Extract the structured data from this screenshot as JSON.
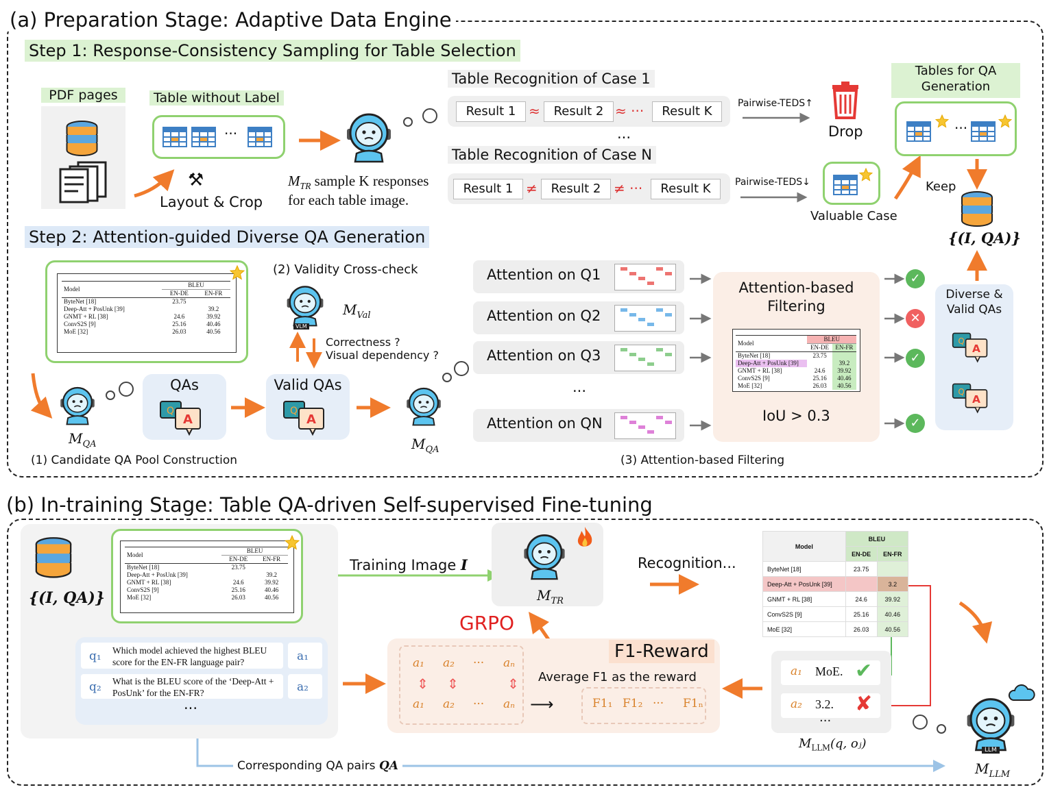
{
  "stage_a": {
    "title": "(a) Preparation Stage: Adaptive Data Engine",
    "step1": {
      "title": "Step 1: Response-Consistency Sampling for Table Selection",
      "pdf_label": "PDF pages",
      "table_label": "Table without Label",
      "ellipsis": "···",
      "layout_crop": "Layout & Crop",
      "model_M": "M",
      "model_sub": "TR",
      "sample_text": " sample K responses",
      "sample_text2": "for each table image.",
      "case1_label": "Table Recognition of Case 1",
      "caseN_label": "Table Recognition of Case N",
      "case1_results": [
        "Result 1",
        "Result 2",
        "Result K"
      ],
      "case1_symbols": [
        "≈",
        "≈ ···"
      ],
      "caseN_results": [
        "Result 1",
        "Result 2",
        "Result K"
      ],
      "caseN_symbols": [
        "≠",
        "≠ ···"
      ],
      "mid_ellipsis": "...",
      "teds_up": "Pairwise-TEDS↑",
      "teds_down": "Pairwise-TEDS↓",
      "drop": "Drop",
      "valuable": "Valuable Case",
      "keep": "Keep",
      "qa_tables_label": "Tables for QA Generation",
      "dataset": "{(I, QA)}"
    },
    "step2": {
      "title": "Step 2: Attention-guided Diverse QA Generation",
      "validity": "(2) Validity Cross-check",
      "mval_M": "M",
      "mval_sub": "Val",
      "correctness": "Correctness ?",
      "visual_dep": "Visual dependency ?",
      "mqa_M": "M",
      "mqa_sub": "QA",
      "qas": "QAs",
      "valid_qas": "Valid QAs",
      "pool_caption": "(1) Candidate QA Pool Construction",
      "attention": [
        "Attention on Q1",
        "Attention on Q2",
        "Attention on Q3",
        "Attention on QN"
      ],
      "att_ellipsis": "...",
      "filter_title": "Attention-based Filtering",
      "iou": "IoU > 0.3",
      "filter_results": [
        "check",
        "cross",
        "check",
        "check"
      ],
      "diverse": "Diverse & Valid QAs",
      "filter_caption": "(3) Attention-based Filtering"
    }
  },
  "table": {
    "header": [
      "Model",
      "BLEU",
      "EN-DE",
      "EN-FR"
    ],
    "rows": [
      [
        "ByteNet [18]",
        "23.75",
        ""
      ],
      [
        "Deep-Att + PosUnk [39]",
        "",
        "39.2"
      ],
      [
        "GNMT + RL [38]",
        "24.6",
        "39.92"
      ],
      [
        "ConvS2S [9]",
        "25.16",
        "40.46"
      ],
      [
        "MoE [32]",
        "26.03",
        "40.56"
      ]
    ],
    "recognized_rows": [
      [
        "ByteNet [18]",
        "23.75",
        ""
      ],
      [
        "Deep-Att + PosUnk [39]",
        "",
        "3.2"
      ],
      [
        "GNMT + RL [38]",
        "24.6",
        "39.92"
      ],
      [
        "ConvS2S [9]",
        "25.16",
        "40.46"
      ],
      [
        "MoE [32]",
        "26.03",
        "40.56"
      ]
    ]
  },
  "stage_b": {
    "title": "(b) In-training Stage: Table QA-driven Self-supervised Fine-tuning",
    "dataset": "{(I, QA)}",
    "qa": [
      {
        "q": "q₁",
        "text": "Which model achieved the highest BLEU score for the EN-FR language pair?",
        "a": "a₁"
      },
      {
        "q": "q₂",
        "text": "What is the BLEU score of the ‘Deep-Att + PosUnk’ for the EN-FR?",
        "a": "a₂"
      }
    ],
    "qa_ellipsis": "···",
    "training_image": "Training Image ",
    "training_image_var": "I",
    "mtr_M": "M",
    "mtr_sub": "TR",
    "recognition": "Recognition...",
    "grpo": "GRPO",
    "f1_reward": "F1-Reward",
    "avg_f1": "Average F1 as the reward",
    "answers_top": [
      "a₁",
      "a₂",
      "···",
      "aₙ"
    ],
    "answers_bottom": [
      "a₁",
      "a₂",
      "···",
      "aₙ"
    ],
    "f1s": [
      "F1₁",
      "F1₂",
      "···",
      "F1ₙ"
    ],
    "arrow_right": "⟶",
    "reward_rows": [
      {
        "a": "a₁",
        "val": "MoE.",
        "ok": true
      },
      {
        "a": "a₂",
        "val": "3.2.",
        "ok": false
      }
    ],
    "reward_ellipsis": "···",
    "mllm_fn": "M",
    "mllm_fn_sub": "LLM",
    "mllm_fn_args": "(q, oⱼ)",
    "mllm_M": "M",
    "mllm_sub": "LLM",
    "corresponding": "Corresponding QA pairs ",
    "corresponding_var": "QA",
    "vlm_badge": "VLM",
    "llm_badge": "LLM"
  },
  "colors": {
    "orange": "#f07b2c",
    "green": "#8fd16f",
    "red": "#e53935",
    "blue_line": "#9cc3e6",
    "check": "#5cb85c",
    "cross": "#f06060"
  }
}
